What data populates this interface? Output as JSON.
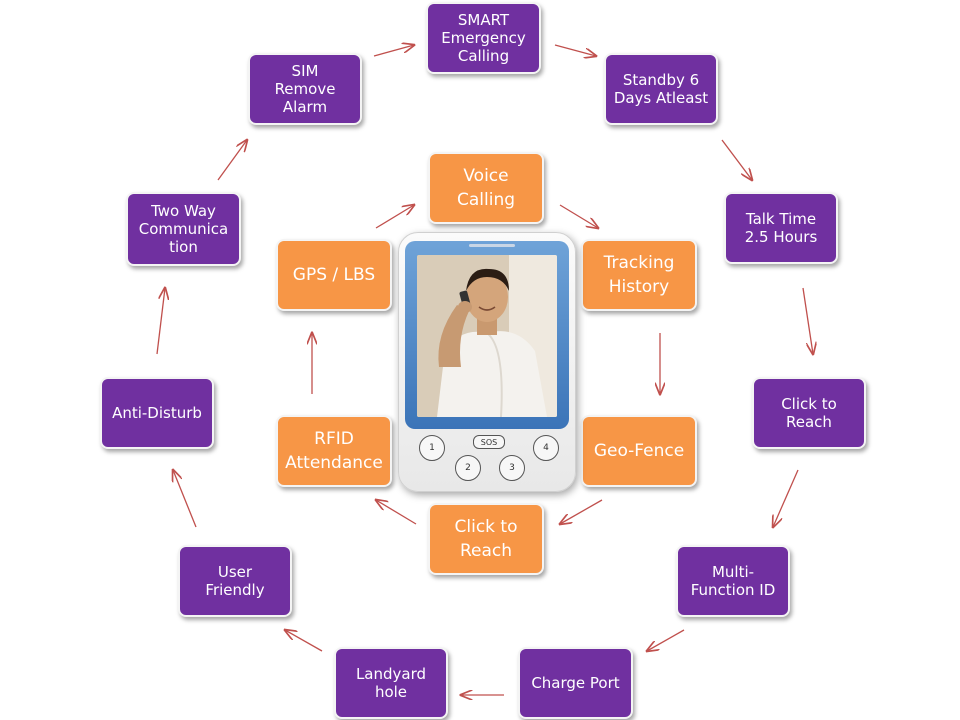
{
  "colors": {
    "purple": "#7030a0",
    "orange": "#f79646",
    "arrow": "#c0504d"
  },
  "outer_ring": [
    "SMART\nEmergency\nCalling",
    "Standby 6\nDays Atleast",
    "Talk Time\n2.5 Hours",
    "Click to\nReach",
    "Multi-\nFunction ID",
    "Charge Port",
    "Landyard\nhole",
    "User\nFriendly",
    "Anti-Disturb",
    "Two Way\nCommunica\ntion",
    "SIM\nRemove\nAlarm"
  ],
  "inner_ring": [
    "Voice\nCalling",
    "Tracking\nHistory",
    "Geo-Fence",
    "Click to\nReach",
    "RFID\nAttendance",
    "GPS / LBS"
  ],
  "phone": {
    "image": "man-talking-on-phone",
    "sos_label": "SOS",
    "keys": [
      "1",
      "2",
      "3",
      "4"
    ]
  }
}
